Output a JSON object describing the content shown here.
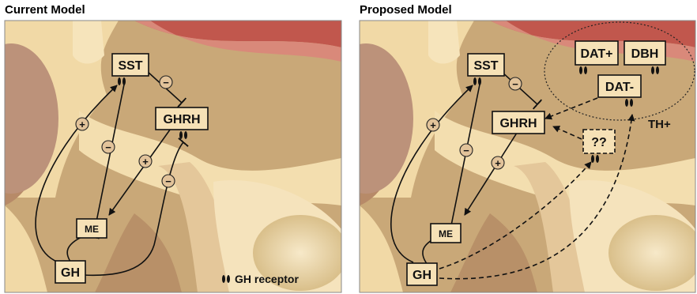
{
  "panels": {
    "left": {
      "title": "Current Model",
      "nodes": {
        "sst": "SST",
        "ghrh": "GHRH",
        "me": "ME",
        "gh": "GH"
      },
      "signs": {
        "sst_ghrh": "−",
        "gh_sst": "+",
        "sst_me": "−",
        "ghrh_me": "+",
        "gh_ghrh": "−"
      },
      "legend": "GH receptor"
    },
    "right": {
      "title": "Proposed Model",
      "nodes": {
        "sst": "SST",
        "ghrh": "GHRH",
        "me": "ME",
        "gh": "GH",
        "dat_plus": "DAT+",
        "dbh": "DBH",
        "dat_minus": "DAT-",
        "unknown": "??"
      },
      "signs": {
        "sst_ghrh": "−",
        "gh_sst": "+",
        "sst_me": "−",
        "ghrh_me": "+"
      },
      "region_label": "TH+"
    }
  },
  "colors": {
    "box_fill": "#f6e1b6",
    "sign_fill": "#e2c39a",
    "tissue": "#c7a67a",
    "pale": "#f4dfae",
    "red": "#c06058"
  }
}
